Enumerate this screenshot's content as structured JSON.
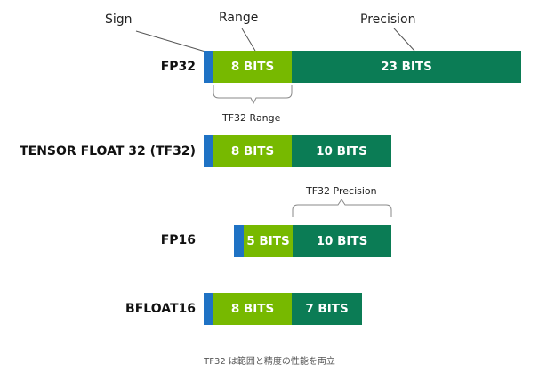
{
  "headers": {
    "sign": "Sign",
    "range": "Range",
    "precision": "Precision"
  },
  "formats": [
    {
      "name": "FP32",
      "range_bits": "8 BITS",
      "precision_bits": "23 BITS"
    },
    {
      "name": "TENSOR FLOAT 32 (TF32)",
      "range_bits": "8 BITS",
      "precision_bits": "10 BITS"
    },
    {
      "name": "FP16",
      "range_bits": "5 BITS",
      "precision_bits": "10 BITS"
    },
    {
      "name": "BFLOAT16",
      "range_bits": "8 BITS",
      "precision_bits": "7 BITS"
    }
  ],
  "annotations": {
    "tf32_range": "TF32 Range",
    "tf32_precision": "TF32 Precision"
  },
  "caption": "TF32 は範囲と精度の性能を両立",
  "colors": {
    "sign": "#1f72c4",
    "range": "#77b900",
    "precision": "#0b7c55"
  }
}
